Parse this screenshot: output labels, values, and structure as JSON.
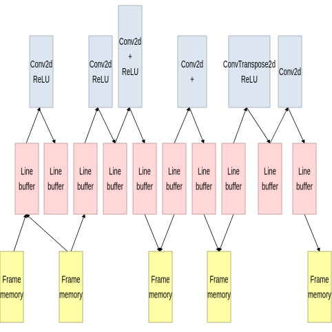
{
  "conv_blocks": [
    {
      "lines": [
        "Conv2d",
        "ReLU"
      ]
    },
    {
      "lines": [
        "Conv2d",
        "ReLU"
      ]
    },
    {
      "lines": [
        "Conv2d",
        "+",
        "ReLU"
      ]
    },
    {
      "lines": [
        "Conv2d",
        "+"
      ]
    },
    {
      "lines": [
        "ConvTranspose2d",
        "ReLU"
      ]
    },
    {
      "lines": [
        "Conv2d"
      ]
    }
  ],
  "line_buffers": [
    {
      "lines": [
        "Line",
        "buffer"
      ]
    },
    {
      "lines": [
        "Line",
        "buffer"
      ]
    },
    {
      "lines": [
        "Line",
        "buffer"
      ]
    },
    {
      "lines": [
        "Line",
        "buffer"
      ]
    },
    {
      "lines": [
        "Line",
        "buffer"
      ]
    },
    {
      "lines": [
        "Line",
        "buffer"
      ]
    },
    {
      "lines": [
        "Line",
        "buffer"
      ]
    },
    {
      "lines": [
        "Line",
        "buffer"
      ]
    },
    {
      "lines": [
        "Line",
        "buffer"
      ]
    },
    {
      "lines": [
        "Line",
        "buffer"
      ]
    }
  ],
  "frame_memories": [
    {
      "lines": [
        "Frame",
        "memory"
      ]
    },
    {
      "lines": [
        "Frame",
        "memory"
      ]
    },
    {
      "lines": [
        "Frame",
        "memory"
      ]
    },
    {
      "lines": [
        "Frame",
        "memory"
      ]
    },
    {
      "lines": [
        "Frame",
        "memory"
      ]
    }
  ],
  "colors": {
    "conv_fill": "#dce6f0",
    "conv_stroke": "#a9b4c2",
    "buffer_fill": "#ffd7d7",
    "buffer_stroke": "#c9a0a0",
    "frame_fill": "#ffffa8",
    "frame_stroke": "#b0b070"
  }
}
